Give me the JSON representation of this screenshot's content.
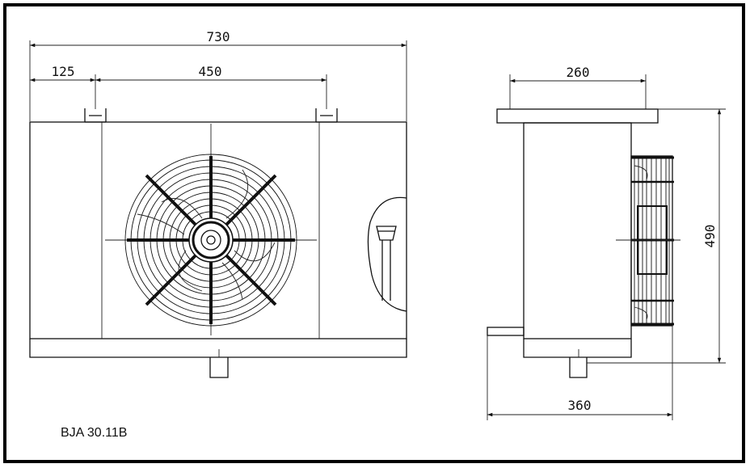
{
  "drawing": {
    "model_code": "BJA 30.11B",
    "dimensions": {
      "overall_width": "730",
      "left_offset": "125",
      "mount_spacing": "450",
      "side_top_width": "260",
      "height": "490",
      "side_bottom_width": "360"
    }
  },
  "colors": {
    "line": "#111111",
    "background": "#ffffff",
    "frame": "#000000"
  }
}
